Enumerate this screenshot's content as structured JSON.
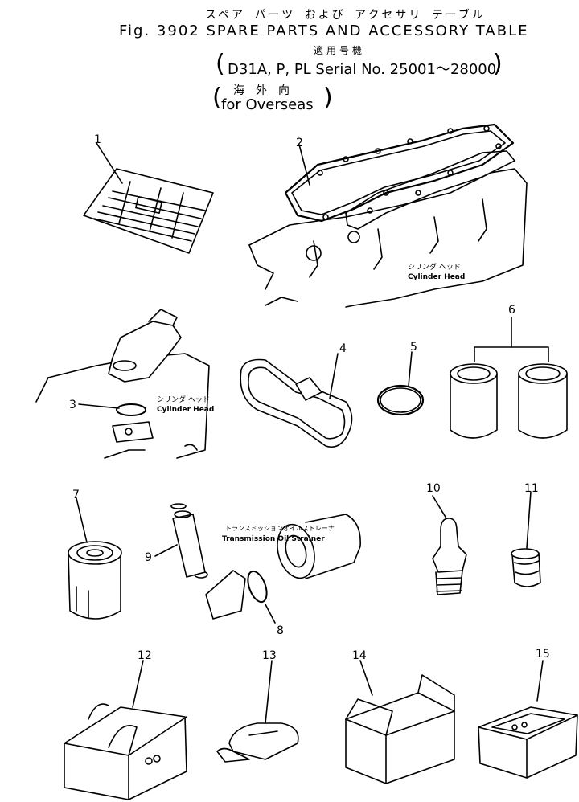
{
  "header": {
    "jp_title": "スペア パーツ および アクセサリ テーブル",
    "title": "Fig. 3902  SPARE PARTS  AND  ACCESSORY  TABLE",
    "jp_model": "適用号機",
    "serial": "D31A, P, PL  Serial No. 25001～28000",
    "jp_overseas": "海外向",
    "overseas": "for Overseas"
  },
  "labels": {
    "cyl_head_jp": "シリンダ ヘッド",
    "cyl_head_en": "Cylinder  Head",
    "strainer_jp": "トランスミッションオイルストレーナ",
    "strainer_en": "Transmission  Oil  Strainer"
  },
  "callouts": [
    "1",
    "2",
    "3",
    "4",
    "5",
    "6",
    "7",
    "8",
    "9",
    "10",
    "11",
    "12",
    "13",
    "14",
    "15"
  ]
}
